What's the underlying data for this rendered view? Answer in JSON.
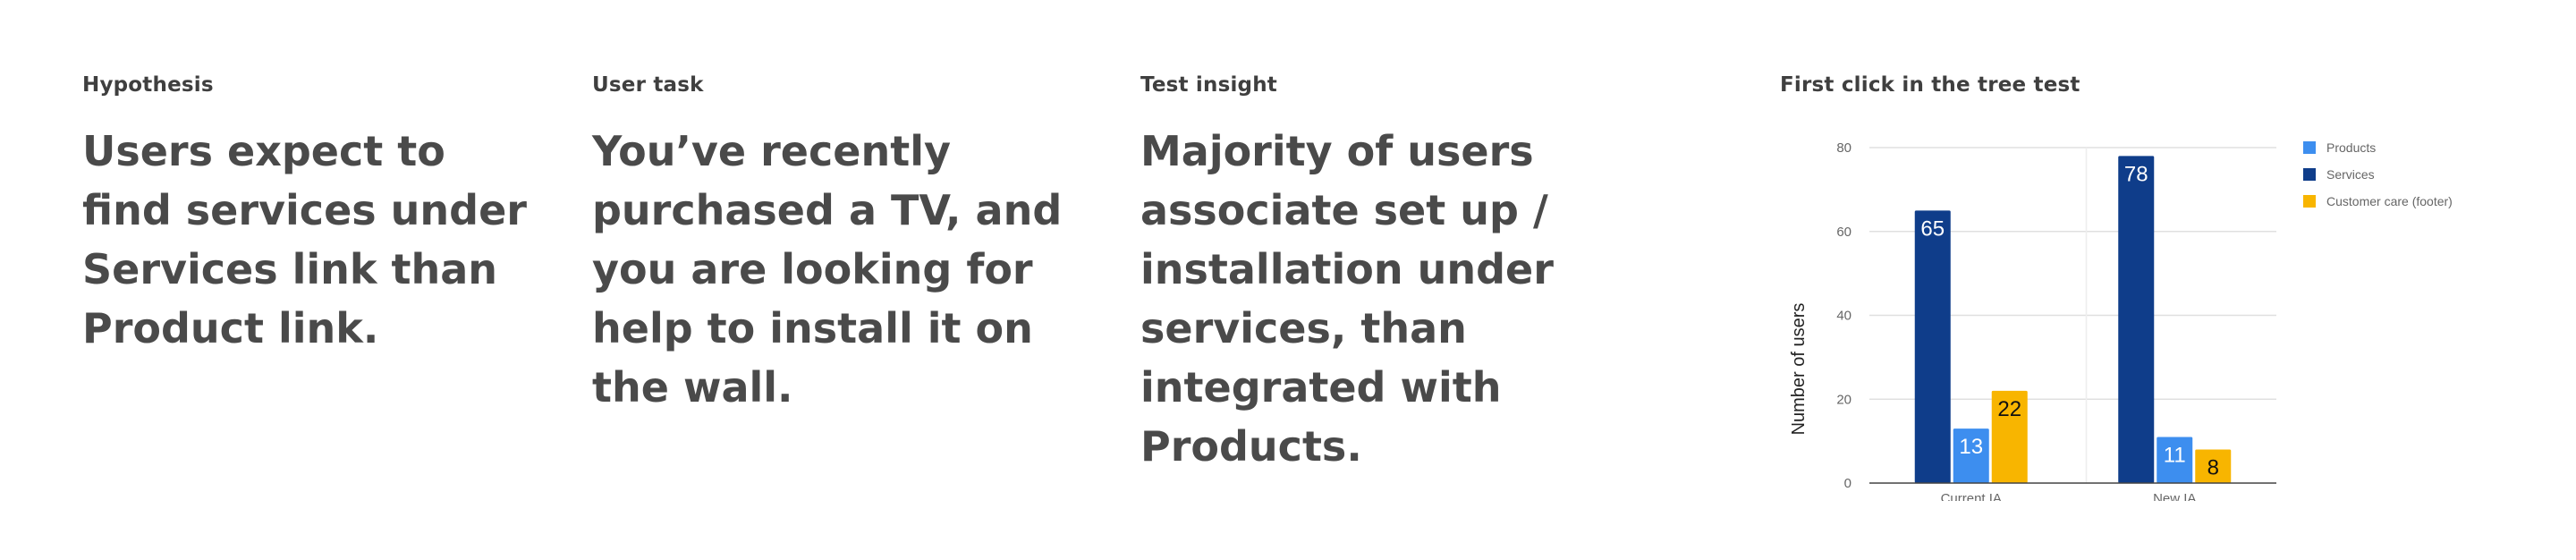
{
  "panels": [
    {
      "label": "Hypothesis",
      "text": "Users expect to find services under Services link than Product link."
    },
    {
      "label": "User task",
      "text": "You’ve recently purchased a TV, and you are looking for help to install it on the wall."
    },
    {
      "label": "Test insight",
      "text": "Majority of users associate set up / installation under services, than integrated with Products."
    },
    {
      "label": "First click in the tree test"
    }
  ],
  "chart_data": {
    "type": "bar",
    "categories": [
      "Current IA",
      "New IA"
    ],
    "series": [
      {
        "name": "Products",
        "values": [
          13,
          11
        ],
        "color": "#3d8eef"
      },
      {
        "name": "Services",
        "values": [
          65,
          78
        ],
        "color": "#0f3d8a"
      },
      {
        "name": "Customer care (footer)",
        "values": [
          22,
          8
        ],
        "color": "#f8b500"
      }
    ],
    "bar_order": [
      "Services",
      "Products",
      "Customer care (footer)"
    ],
    "ylabel": "Number of users",
    "xlabel": "",
    "ylim": [
      0,
      80
    ],
    "yticks": [
      0,
      20,
      40,
      60,
      80
    ],
    "grid": true,
    "legend": "top-right",
    "data_labels": true
  }
}
